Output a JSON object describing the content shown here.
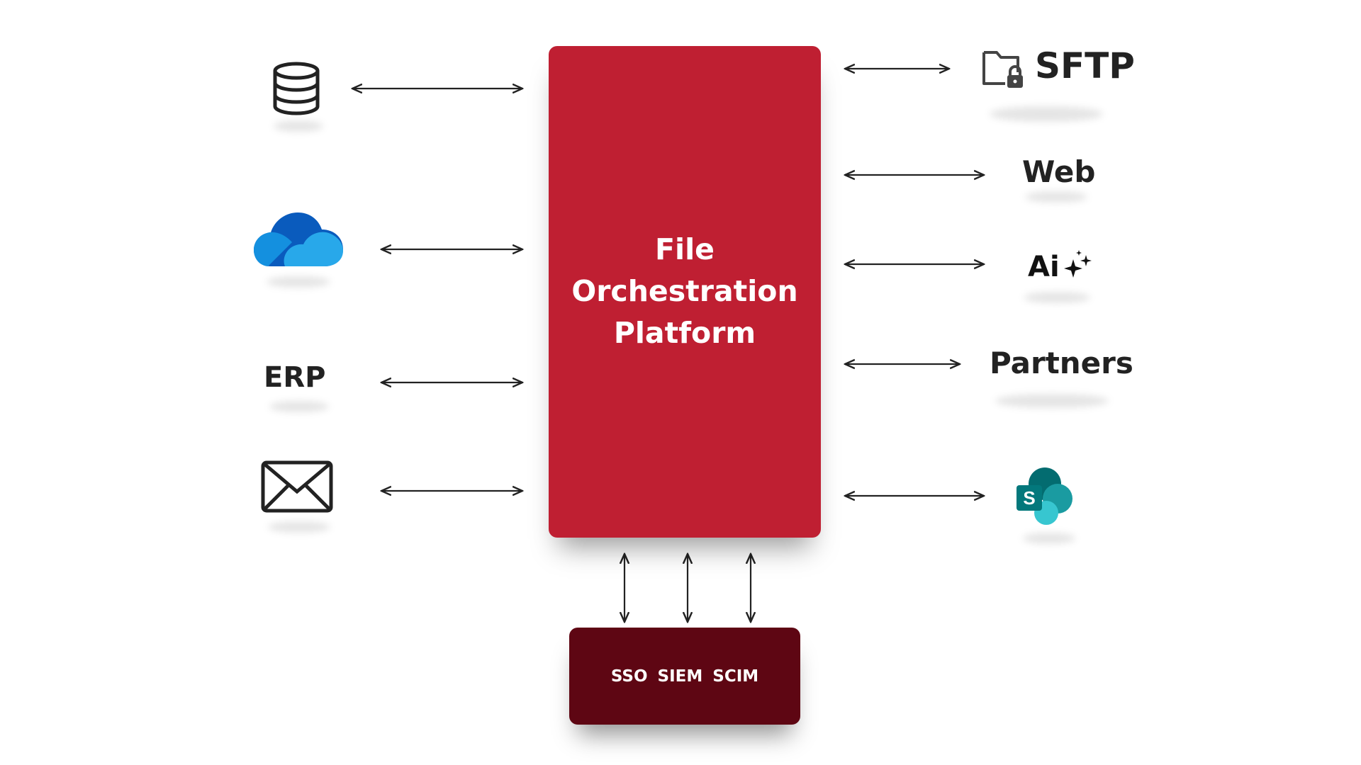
{
  "platform": {
    "title": "File\nOrchestration\nPlatform",
    "color": "#bf1f32"
  },
  "security": {
    "items": [
      "SSO",
      "SIEM",
      "SCIM"
    ],
    "color": "#5e0613"
  },
  "left_nodes": [
    {
      "icon": "database-icon",
      "label": ""
    },
    {
      "icon": "onedrive-cloud-icon",
      "label": ""
    },
    {
      "icon": "",
      "label": "ERP"
    },
    {
      "icon": "envelope-icon",
      "label": ""
    }
  ],
  "right_nodes": [
    {
      "icon": "secure-folder-icon",
      "label": "SFTP"
    },
    {
      "icon": "",
      "label": "Web"
    },
    {
      "icon": "sparkles-icon",
      "label": "Ai"
    },
    {
      "icon": "",
      "label": "Partners"
    },
    {
      "icon": "sharepoint-icon",
      "label": ""
    }
  ],
  "colors": {
    "arrow": "#222222",
    "label": "#222222",
    "onedrive_dark": "#0a5bbd",
    "onedrive_light": "#28a8ea",
    "sharepoint_dark": "#036c70",
    "sharepoint_teal": "#1a9ba1",
    "sharepoint_light": "#37c6d0"
  }
}
